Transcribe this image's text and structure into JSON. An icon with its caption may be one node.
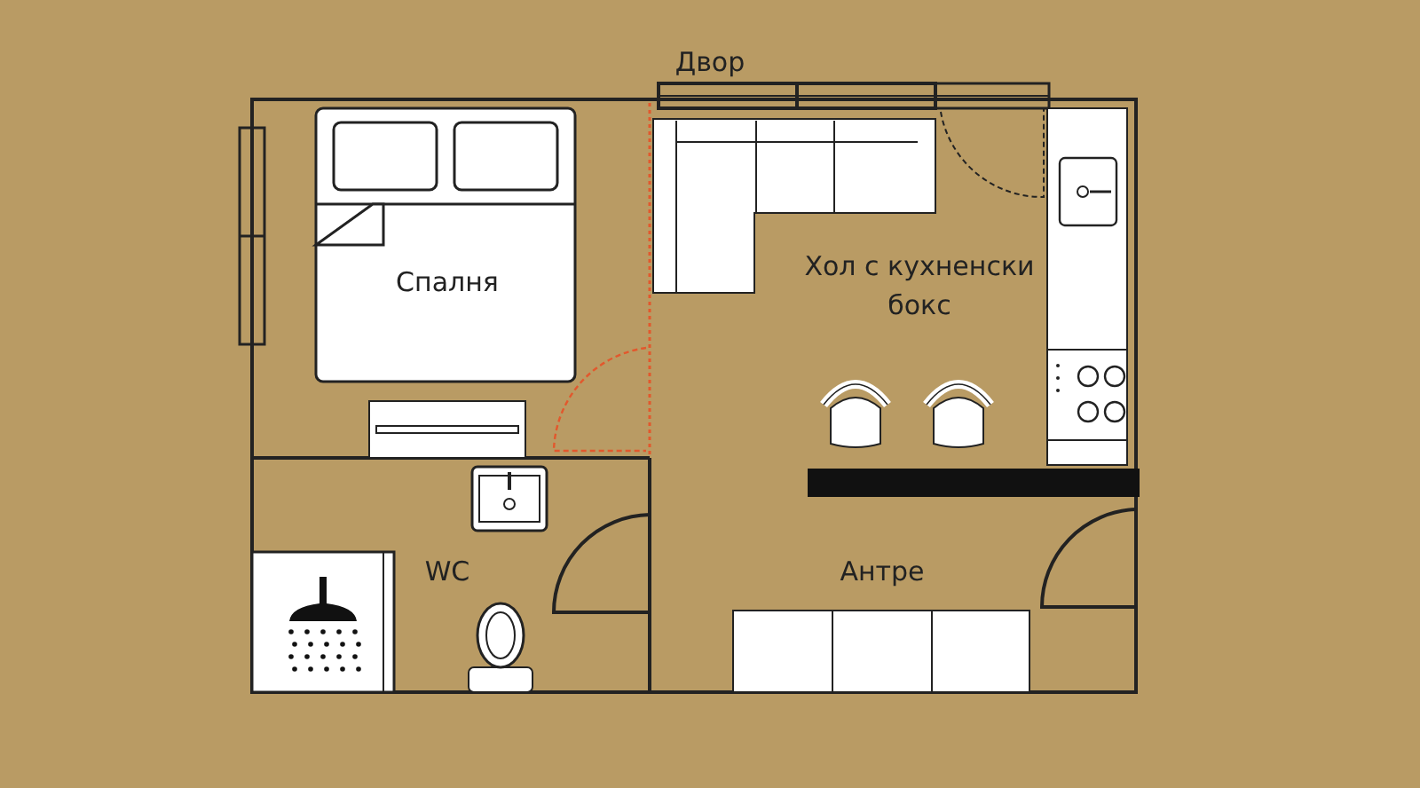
{
  "diagram": {
    "labels": [
      "Двор",
      "Спалня",
      "Хол с кухненски бокс",
      "WC",
      "Антре"
    ]
  }
}
